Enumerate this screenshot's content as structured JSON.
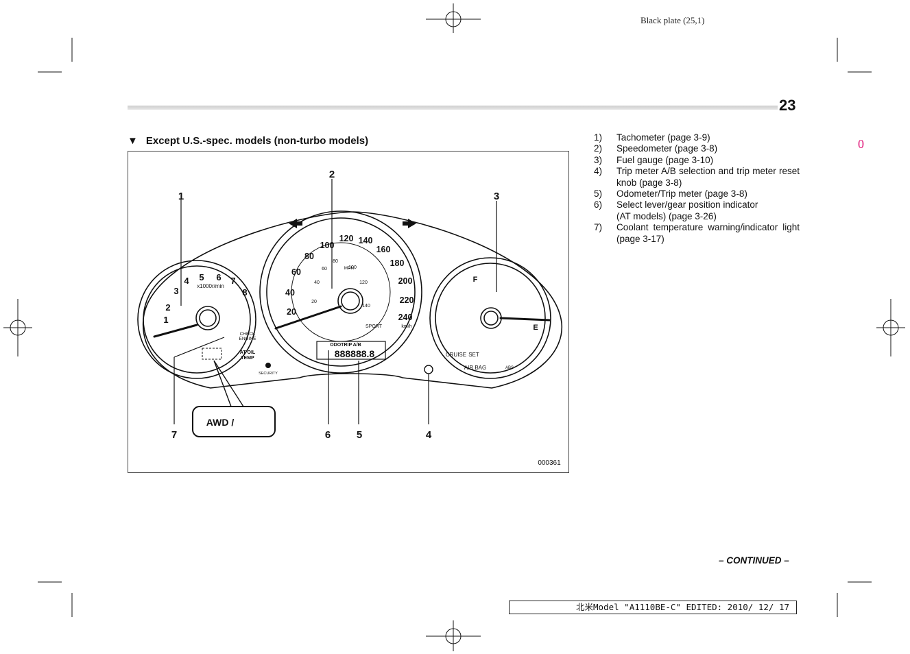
{
  "plate_label": "Black plate (25,1)",
  "page_number": "23",
  "side_marker": "0",
  "section_heading": "Except U.S.-spec. models (non-turbo models)",
  "figure": {
    "callouts": [
      "1",
      "2",
      "3",
      "4",
      "5",
      "6",
      "7"
    ],
    "figure_code": "000361",
    "tach_numbers": [
      "1",
      "2",
      "3",
      "4",
      "5",
      "6",
      "7",
      "8"
    ],
    "tach_unit": "x1000r/min",
    "speed_kmh": [
      "20",
      "40",
      "60",
      "80",
      "100",
      "120",
      "140",
      "160",
      "180",
      "200",
      "220",
      "240"
    ],
    "speed_mph": [
      "20",
      "40",
      "60",
      "80",
      "100",
      "120",
      "140"
    ],
    "mph_label": "MPH",
    "kmh_label": "km/h",
    "sport_label": "SPORT",
    "fuel_full": "F",
    "fuel_empty": "E",
    "check_engine": [
      "CHECK",
      "ENGINE"
    ],
    "at_oil_temp": [
      "AT OIL",
      "TEMP"
    ],
    "security_label": "SECURITY",
    "cruise_label": "CRUISE",
    "set_label": "SET",
    "airbag_label": "AIR BAG",
    "abs_label": "ABS",
    "odo_header": "ODOTRIP A/B",
    "odo_digits": "888888.8",
    "awd_label": "AWD /"
  },
  "legend": [
    {
      "n": "1)",
      "text": "Tachometer (page 3-9)"
    },
    {
      "n": "2)",
      "text": "Speedometer (page 3-8)"
    },
    {
      "n": "3)",
      "text": "Fuel gauge (page 3-10)"
    },
    {
      "n": "4)",
      "text": "Trip meter A/B selection and trip meter reset knob (page 3-8)"
    },
    {
      "n": "5)",
      "text": "Odometer/Trip meter (page 3-8)"
    },
    {
      "n": "6)",
      "text": "Select lever/gear position indicator",
      "text2": "(AT models) (page 3-26)"
    },
    {
      "n": "7)",
      "text": "Coolant temperature warning/indicator light (page 3-17)"
    }
  ],
  "continued": "– CONTINUED –",
  "footer": "北米Model \"A1110BE-C\" EDITED: 2010/ 12/ 17"
}
